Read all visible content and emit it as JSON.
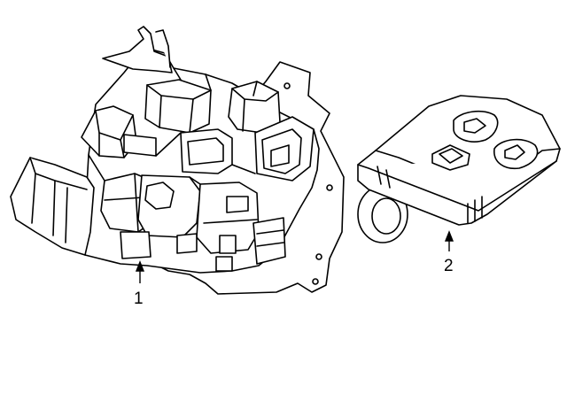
{
  "diagram": {
    "callouts": [
      {
        "id": "1",
        "label": "1",
        "part": "module"
      },
      {
        "id": "2",
        "label": "2",
        "part": "key-fob"
      }
    ]
  }
}
